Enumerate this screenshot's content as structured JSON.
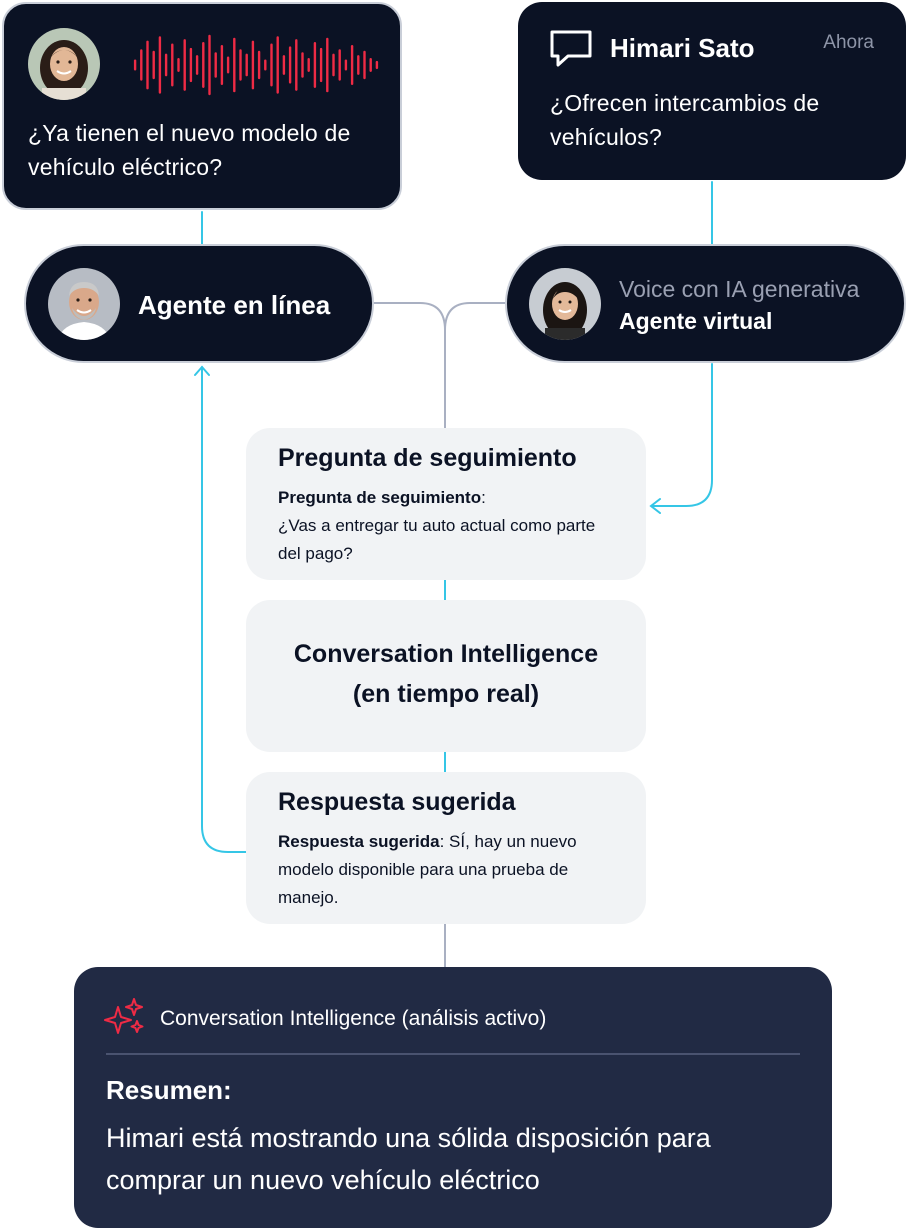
{
  "customer_question": {
    "text": "¿Ya tienen el nuevo modelo de vehículo eléctrico?"
  },
  "chat_message": {
    "sender": "Himari Sato",
    "time": "Ahora",
    "text": "¿Ofrecen intercambios de vehículos?"
  },
  "live_agent": {
    "label": "Agente en línea"
  },
  "virtual_agent": {
    "subtitle": "Voice con IA generativa",
    "label": "Agente virtual"
  },
  "follow_up": {
    "title": "Pregunta de seguimiento",
    "body_label": "Pregunta de seguimiento",
    "body_text": "¿Vas a entregar tu auto actual como parte del pago?"
  },
  "ci_realtime": {
    "line1": "Conversation Intelligence",
    "line2": "(en tiempo real)"
  },
  "suggested": {
    "title": "Respuesta sugerida",
    "body_label": "Respuesta sugerida",
    "body_text": "SÍ, hay un nuevo modelo disponible para una prueba de manejo."
  },
  "summary_panel": {
    "header": "Conversation Intelligence (análisis activo)",
    "summary_label": "Resumen:",
    "summary_text": "Himari está mostrando una sólida disposición para comprar un nuevo vehículo eléctrico"
  },
  "colors": {
    "dark_bg": "#0b1224",
    "panel_bg": "#212a44",
    "light_card": "#f1f3f5",
    "connector_cyan": "#35c6e6",
    "connector_gray": "#a9b0c2",
    "waveform_red": "#ef2b45"
  },
  "icons": [
    "chat-bubble-icon",
    "sparkle-icon",
    "waveform"
  ]
}
